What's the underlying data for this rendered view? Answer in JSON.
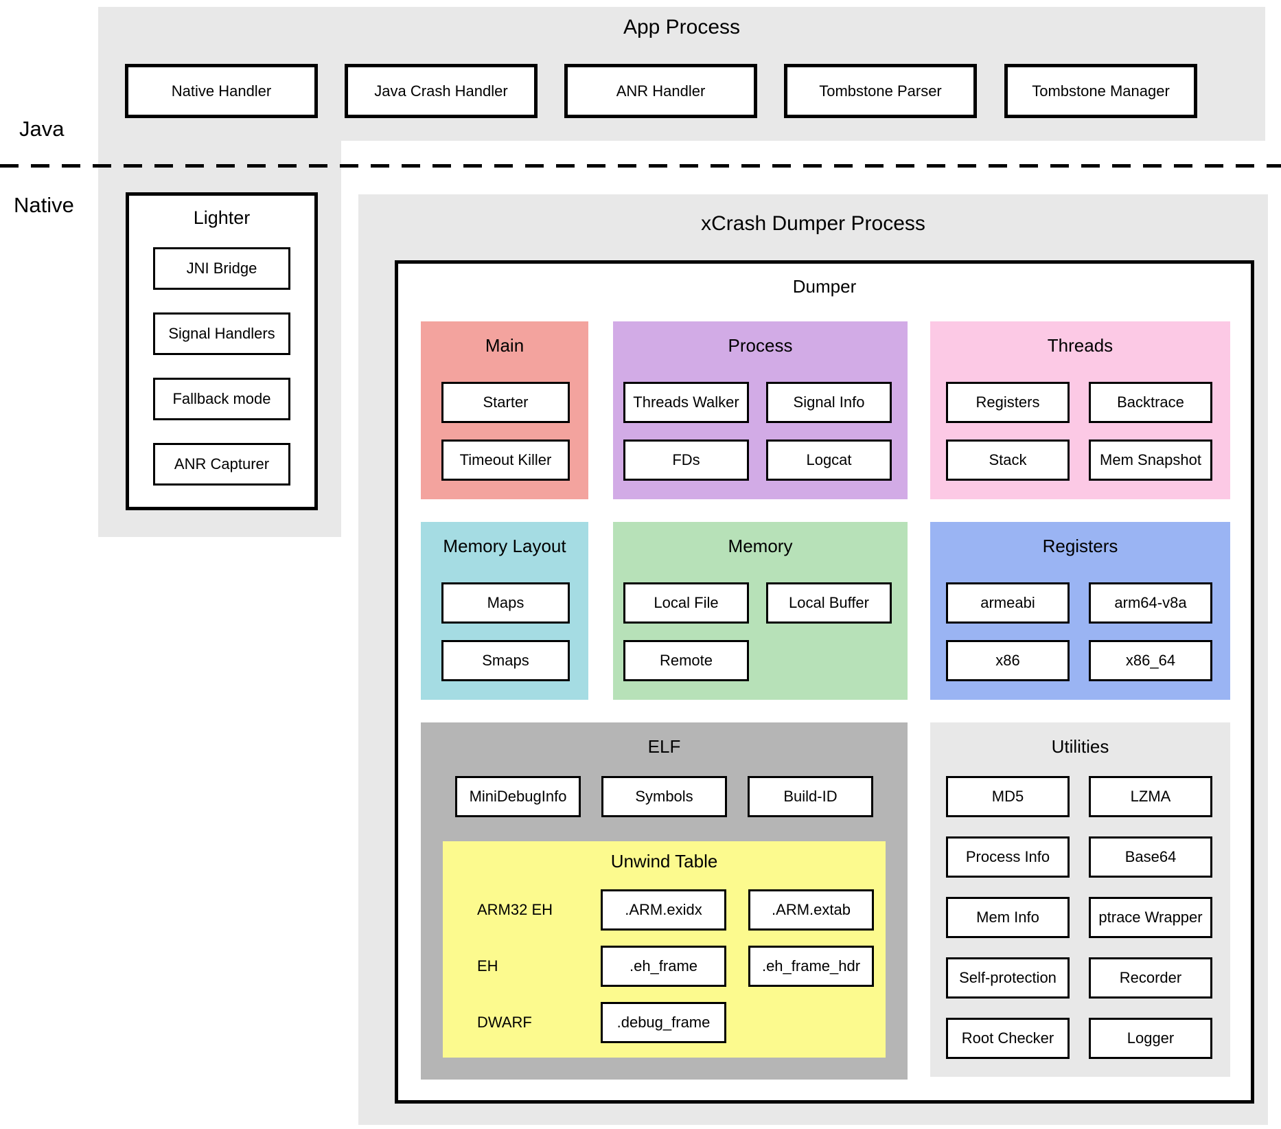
{
  "side_labels": {
    "java": "Java",
    "native": "Native"
  },
  "app_process": {
    "title": "App Process",
    "boxes": [
      "Native Handler",
      "Java Crash Handler",
      "ANR Handler",
      "Tombstone Parser",
      "Tombstone Manager"
    ]
  },
  "lighter": {
    "title": "Lighter",
    "boxes": [
      "JNI Bridge",
      "Signal Handlers",
      "Fallback mode",
      "ANR Capturer"
    ]
  },
  "xcrash": {
    "title": "xCrash Dumper Process"
  },
  "dumper": {
    "title": "Dumper",
    "main": {
      "title": "Main",
      "boxes": [
        "Starter",
        "Timeout Killer"
      ]
    },
    "process": {
      "title": "Process",
      "boxes": [
        "Threads Walker",
        "Signal Info",
        "FDs",
        "Logcat"
      ]
    },
    "threads": {
      "title": "Threads",
      "boxes": [
        "Registers",
        "Backtrace",
        "Stack",
        "Mem Snapshot"
      ]
    },
    "memory_layout": {
      "title": "Memory Layout",
      "boxes": [
        "Maps",
        "Smaps"
      ]
    },
    "memory": {
      "title": "Memory",
      "boxes": [
        "Local File",
        "Local Buffer",
        "Remote"
      ]
    },
    "registers": {
      "title": "Registers",
      "boxes": [
        "armeabi",
        "arm64-v8a",
        "x86",
        "x86_64"
      ]
    },
    "elf": {
      "title": "ELF",
      "boxes": [
        "MiniDebugInfo",
        "Symbols",
        "Build-ID"
      ],
      "unwind": {
        "title": "Unwind Table",
        "rows": [
          {
            "label": "ARM32 EH",
            "boxes": [
              ".ARM.exidx",
              ".ARM.extab"
            ]
          },
          {
            "label": "EH",
            "boxes": [
              ".eh_frame",
              ".eh_frame_hdr"
            ]
          },
          {
            "label": "DWARF",
            "boxes": [
              ".debug_frame"
            ]
          }
        ]
      }
    },
    "utilities": {
      "title": "Utilities",
      "boxes": [
        "MD5",
        "LZMA",
        "Process Info",
        "Base64",
        "Mem Info",
        "ptrace Wrapper",
        "Self-protection",
        "Recorder",
        "Root Checker",
        "Logger"
      ]
    }
  },
  "colors": {
    "panel_gray": "#e8e8e8",
    "elf_gray": "#b5b5b5",
    "main_red": "#f3a39e",
    "process_purple": "#d2abe6",
    "threads_pink": "#fcc9e5",
    "memory_layout_cyan": "#a5dce3",
    "memory_green": "#b7e1b8",
    "registers_blue": "#9ab4f3",
    "unwind_yellow": "#fcfa8e",
    "box_border": "#000000"
  }
}
